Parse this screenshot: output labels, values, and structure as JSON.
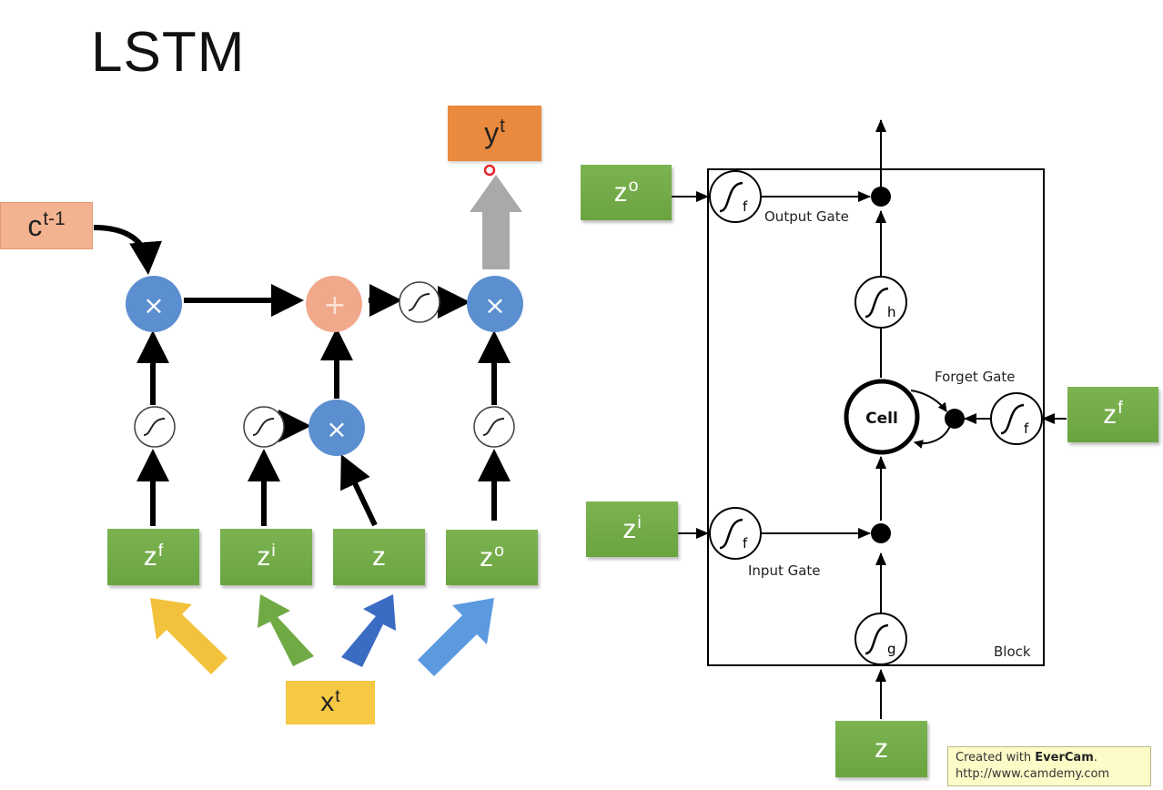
{
  "title": "LSTM",
  "left_diagram": {
    "prev_cell": {
      "base": "c",
      "sup": "t-1"
    },
    "output": {
      "base": "y",
      "sup": "t"
    },
    "input": {
      "base": "x",
      "sup": "t"
    },
    "gate_inputs": [
      {
        "base": "z",
        "sup": "f"
      },
      {
        "base": "z",
        "sup": "i"
      },
      {
        "base": "z",
        "sup": ""
      },
      {
        "base": "z",
        "sup": "o"
      }
    ],
    "multiply_symbol": "×",
    "add_symbol": "+",
    "colors": {
      "multiply_node": "#5b8fd0",
      "add_node": "#f0a98a",
      "prev_cell_box": "#f4b390",
      "output_box": "#ea8a3e",
      "input_box": "#f6c945",
      "arrow_forget": "#f3c23c",
      "arrow_input": "#6faa45",
      "arrow_z": "#3b6cc4",
      "arrow_output": "#5c9ae0"
    }
  },
  "right_diagram": {
    "block_label": "Block",
    "cell_label": "Cell",
    "output_gate_label": "Output Gate",
    "forget_gate_label": "Forget Gate",
    "input_gate_label": "Input Gate",
    "activation_subscripts": {
      "output": "f",
      "forget": "f",
      "input": "f",
      "cell_out": "h",
      "cell_in": "g"
    },
    "inputs": {
      "output_gate": {
        "base": "z",
        "sup": "o"
      },
      "forget_gate": {
        "base": "z",
        "sup": "f"
      },
      "input_gate": {
        "base": "z",
        "sup": "i"
      },
      "cell": {
        "base": "z",
        "sup": ""
      }
    }
  },
  "credit": {
    "prefix": "Created with ",
    "brand": "EverCam",
    "suffix": ".",
    "url": "http://www.camdemy.com"
  }
}
